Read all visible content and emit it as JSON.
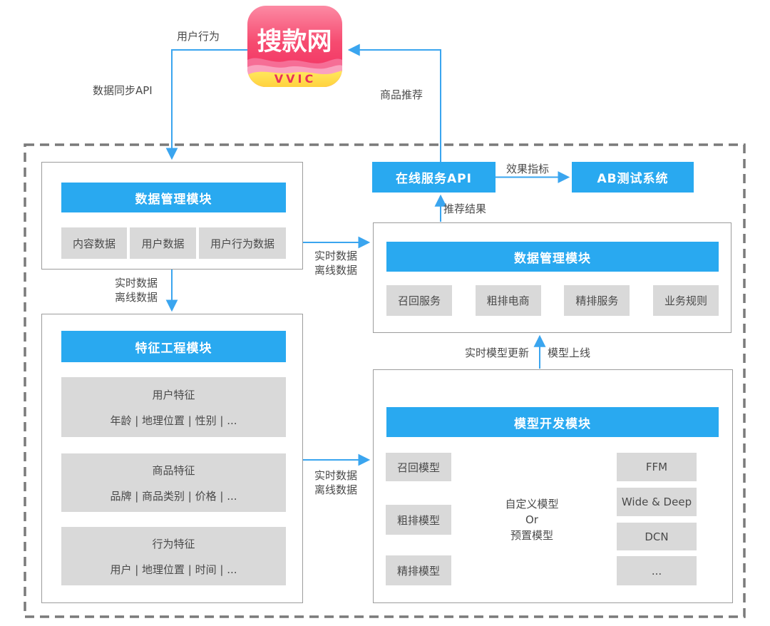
{
  "colors": {
    "accent_blue": "#29A9F0",
    "arrow_blue": "#3AA5EF",
    "item_gray": "#D9D9D9",
    "box_border_gray": "#9C9C9C",
    "dashed_border_gray": "#7A7A7A",
    "label_text": "#4A4A4A",
    "icon_pink_top": "#FC8AA4",
    "icon_red_bottom": "#F02A5E",
    "icon_yellow": "#FFD84A",
    "icon_vvic_red": "#E8315B"
  },
  "app_icon": {
    "title": "搜款网",
    "subtitle": "VVIC"
  },
  "flow_labels": {
    "user_behavior": "用户行为",
    "data_sync_api": "数据同步API",
    "product_recommendation": "商品推荐",
    "effect_metrics": "效果指标",
    "recommendation_result": "推荐结果",
    "realtime_data": "实时数据",
    "offline_data": "离线数据",
    "realtime_model_update": "实时模型更新",
    "model_online": "模型上线"
  },
  "modules": {
    "data_management": {
      "title": "数据管理模块",
      "items": [
        "内容数据",
        "用户数据",
        "用户行为数据"
      ]
    },
    "feature_engineering": {
      "title": "特征工程模块",
      "features": [
        {
          "name": "用户特征",
          "detail": "年龄 | 地理位置 | 性别 | ..."
        },
        {
          "name": "商品特征",
          "detail": "品牌 | 商品类别 | 价格 | ..."
        },
        {
          "name": "行为特征",
          "detail": "用户 | 地理位置 | 时间 | ..."
        }
      ]
    },
    "online_service_api": {
      "title": "在线服务API"
    },
    "ab_test_system": {
      "title": "AB测试系统"
    },
    "online_inference": {
      "title": "数据管理模块",
      "items": [
        "召回服务",
        "粗排电商",
        "精排服务",
        "业务规则"
      ]
    },
    "model_development": {
      "title": "模型开发模块",
      "stage_models": [
        "召回模型",
        "粗排模型",
        "精排模型"
      ],
      "model_choice": [
        "自定义模型",
        "Or",
        "预置模型"
      ],
      "preset_models": [
        "FFM",
        "Wide & Deep",
        "DCN",
        "..."
      ]
    }
  }
}
